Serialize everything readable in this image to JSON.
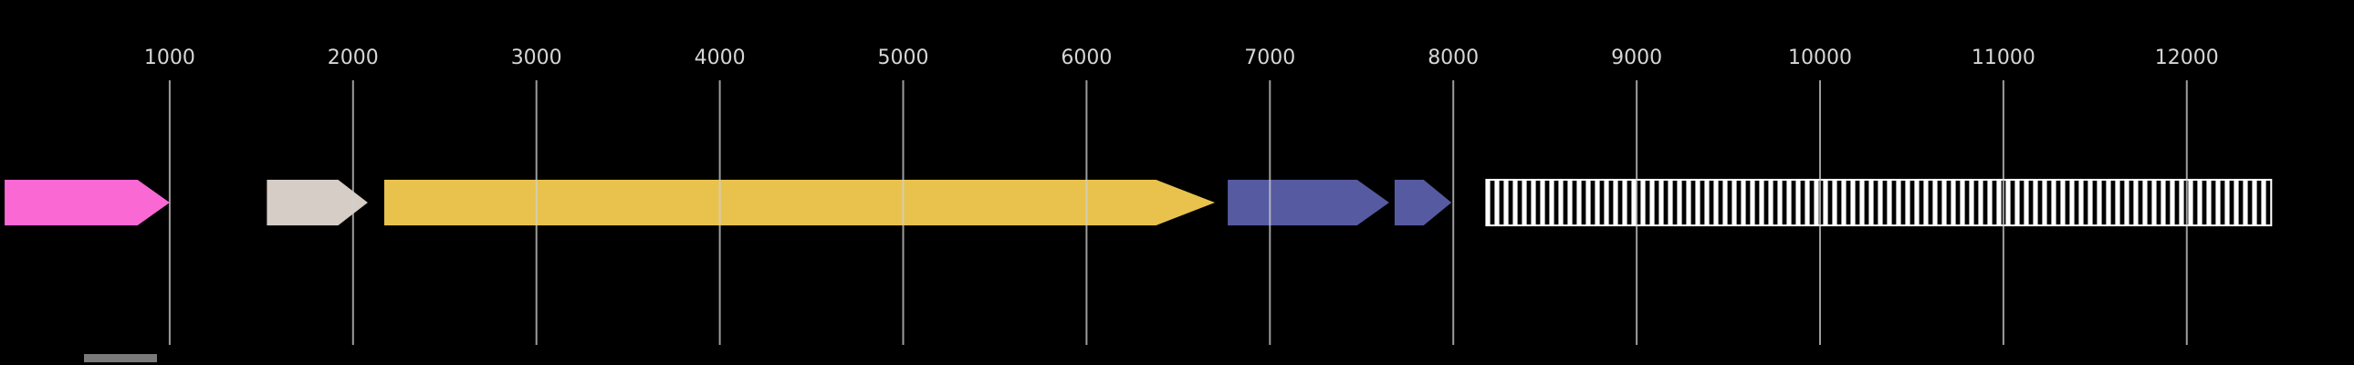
{
  "app": {
    "background": "#000000"
  },
  "chart_data": {
    "type": "other",
    "variant": "genome-annotation-feature-track",
    "background": "#000000",
    "axis": {
      "orientation": "horizontal",
      "domain": [
        0,
        12900
      ],
      "ticks": [
        1000,
        2000,
        3000,
        4000,
        5000,
        6000,
        7000,
        8000,
        9000,
        10000,
        11000,
        12000
      ],
      "tick_labels": [
        "1000",
        "2000",
        "3000",
        "4000",
        "5000",
        "6000",
        "7000",
        "8000",
        "9000",
        "10000",
        "11000",
        "12000"
      ],
      "tick_label_color": "#d6d6d6",
      "grid": true,
      "grid_color": "#d0d0d0",
      "grid_style": "vertical-lines-full-height"
    },
    "features": [
      {
        "name": "feature-pink-arrow",
        "start": 100,
        "end": 1000,
        "strand": "+",
        "shape": "arrow",
        "color": "#fa68d4"
      },
      {
        "name": "feature-grey-arrow",
        "start": 1530,
        "end": 2080,
        "strand": "+",
        "shape": "arrow",
        "color": "#d5cdc6"
      },
      {
        "name": "feature-yellow-arrow",
        "start": 2170,
        "end": 6700,
        "strand": "+",
        "shape": "arrow",
        "color": "#e8c24d"
      },
      {
        "name": "feature-purple-arrow-1",
        "start": 6770,
        "end": 7650,
        "strand": "+",
        "shape": "arrow",
        "color": "#565aa0"
      },
      {
        "name": "feature-purple-arrow-2",
        "start": 7680,
        "end": 7990,
        "strand": "+",
        "shape": "arrow",
        "color": "#565aa0"
      },
      {
        "name": "feature-striped-box",
        "start": 8180,
        "end": 12460,
        "strand": null,
        "shape": "box",
        "fill_pattern": "vertical-stripes",
        "stripe_colors": [
          "#ffffff",
          "#000000"
        ],
        "border_color": "#ffffff"
      }
    ],
    "scale_bar": {
      "present": true,
      "color": "#7a7a7a"
    }
  }
}
